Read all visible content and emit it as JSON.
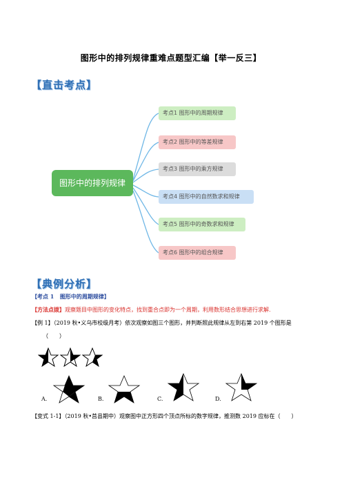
{
  "doc": {
    "title": "图形中的排列规律重难点题型汇编【举一反三】",
    "section1": "【直击考点】",
    "section2": "【典例分析】"
  },
  "mindmap": {
    "center": "图形中的排列规律",
    "nodes": [
      {
        "label": "考点1 图形中的周期规律",
        "color": "#cdeec2"
      },
      {
        "label": "考点2 图形中的等差规律",
        "color": "#f7c7c7"
      },
      {
        "label": "考点3 图形中的乘方规律",
        "color": "#dcdcdc"
      },
      {
        "label": "考点4 图形中的自然数求和规律",
        "color": "#c9dff5"
      },
      {
        "label": "考点5 图形中的奇数求和规律",
        "color": "#cdeec2"
      },
      {
        "label": "考点6 图形中的组合规律",
        "color": "#f7c7c7"
      }
    ]
  },
  "content": {
    "point_label": "【考点 1",
    "point_title": "图形中的周期规律】",
    "method_label": "【方法点拨】",
    "method_text": "观察题目中图形的变化特点，找到重合点即为一个周期，利用数形结合思想进行求解.",
    "example_text": "【例 1】（2019 秋•义乌市校级月考）依次观察如图三个图形，并判断照此规律从左到右第 2019 个图形是",
    "example_blank": "（　　）",
    "options": [
      "A.",
      "B.",
      "C.",
      "D."
    ],
    "variant_label": "【变式 1-1】",
    "variant_text": "（2019 秋•莒县期中）观察图中正方形四个顶点所标的数字规律，推测数 2019 应标在（　　）"
  }
}
